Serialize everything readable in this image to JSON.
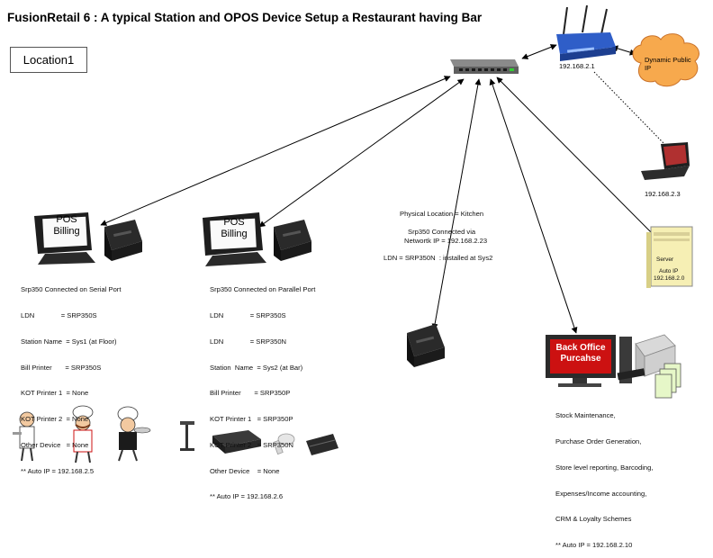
{
  "title": "FusionRetail 6 : A typical Station and OPOS Device Setup a Restaurant having Bar",
  "location_label": "Location1",
  "router_ip": "192.168.2.1",
  "cloud_label": "Dynamic Public IP",
  "laptop_ip": "192.168.2.3",
  "server": {
    "title": "Server",
    "ip_line1": "Auto IP",
    "ip_line2": "192.168.2.0"
  },
  "pos1": {
    "label_line1": "POS",
    "label_line2": "Billing",
    "lines": [
      "Srp350 Connected on Serial Port",
      "LDN              = SRP350S",
      "Station Name  = Sys1 (at Floor)",
      "Bill Printer       = SRP350S",
      "KOT Printer 1  = None",
      "KOT Printer 2  = None",
      "Other Device   = None",
      "** Auto IP = 192.168.2.5"
    ]
  },
  "pos2": {
    "label_line1": "POS",
    "label_line2": "Billing",
    "lines": [
      "Srp350 Connected on Parallel Port",
      "LDN              = SRP350S",
      "LDN              = SRP350N",
      "Station  Name  = Sys2 (at Bar)",
      "Bill Printer       = SRP350P",
      "KOT Printer 1   = SRP350P",
      "KOT Printer 2   = SRP350N",
      "Other Device    = None",
      "** Auto IP = 192.168.2.6"
    ]
  },
  "kitchen": {
    "line1": "Physical Location = Kitchen",
    "line2": "Srp350 Connected via",
    "line3": "Networtk IP = 192.168.2.23",
    "line4": "LDN = SRP350N  : installed at Sys2"
  },
  "backoffice": {
    "label_line1": "Back Office",
    "label_line2": "Purcahse",
    "lines": [
      "Stock Maintenance,",
      "Purchase Order Generation,",
      "Store level reporting, Barcoding,",
      "Expenses/Income accounting,",
      "CRM & Loyalty Schemes",
      "** Auto IP = 192.168.2.10"
    ]
  },
  "colors": {
    "accent_red": "#cc1111",
    "cloud": "#f7a94d",
    "router": "#2f5ec8"
  },
  "icons": [
    "network-switch-icon",
    "router-icon",
    "cloud-icon",
    "laptop-icon",
    "server-icon",
    "pos-terminal-icon",
    "receipt-printer-icon",
    "desktop-computer-icon",
    "label-printer-icon",
    "document-stack-icon",
    "waiter-icon",
    "chef-icon",
    "scale-icon",
    "cash-drawer-icon",
    "barcode-scanner-icon",
    "card-reader-icon"
  ]
}
